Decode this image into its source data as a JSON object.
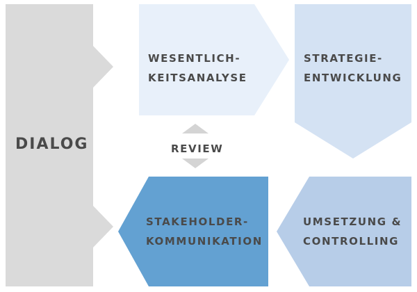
{
  "dialog": {
    "label": "DIALOG",
    "color": "#dadada"
  },
  "steps": [
    {
      "lines": [
        "WESENTLICH-",
        "KEITSANALYSE"
      ],
      "color": "#e8f0fa"
    },
    {
      "lines": [
        "STRATEGIE-",
        "ENTWICKLUNG"
      ],
      "color": "#d4e2f3"
    },
    {
      "lines": [
        "UMSETZUNG &",
        "CONTROLLING"
      ],
      "color": "#b7cde8"
    },
    {
      "lines": [
        "STAKEHOLDER-",
        "KOMMUNIKATION"
      ],
      "color": "#63a1d2"
    }
  ],
  "review": {
    "label": "REVIEW",
    "color": "#d4d4d4"
  },
  "text_color": "#4a4a4a"
}
